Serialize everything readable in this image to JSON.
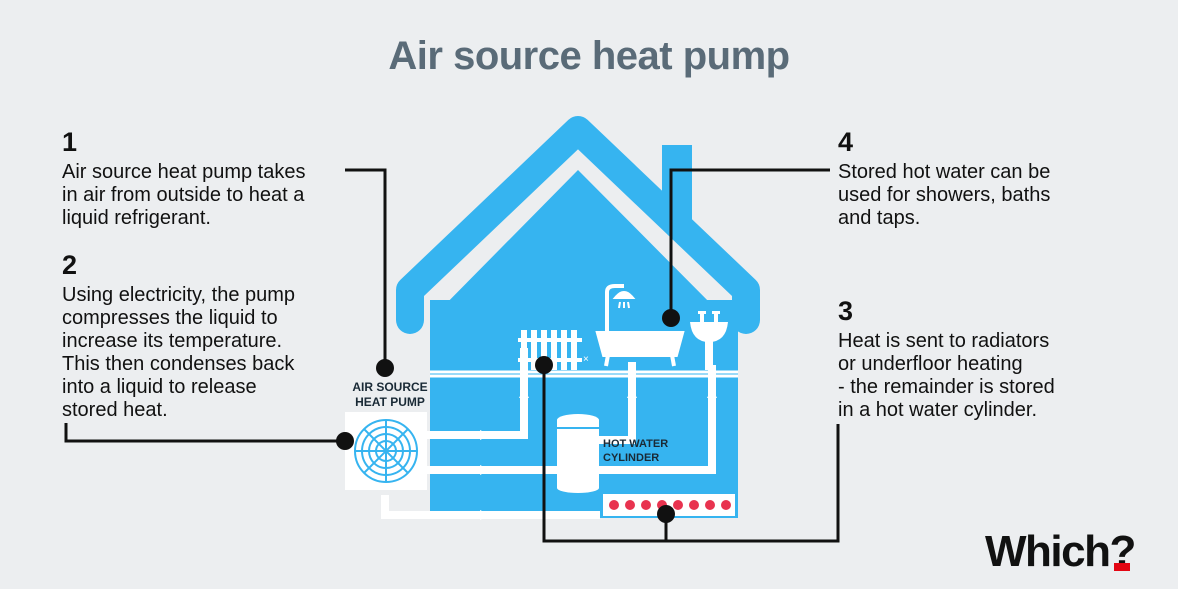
{
  "title": "Air source heat pump",
  "steps": [
    {
      "num": "1",
      "text": "Air source heat pump takes\nin air from outside to heat a\nliquid refrigerant."
    },
    {
      "num": "2",
      "text": "Using electricity, the pump\ncompresses the liquid to\nincrease its temperature.\nThis then condenses back\ninto a liquid to release\nstored heat."
    },
    {
      "num": "3",
      "text": "Heat is sent to radiators\nor underfloor heating\n- the remainder is stored\nin a hot water cylinder."
    },
    {
      "num": "4",
      "text": "Stored hot water can be\nused for showers, baths\nand taps."
    }
  ],
  "diagram": {
    "pump_label_line1": "AIR SOURCE",
    "pump_label_line2": "HEAT PUMP",
    "cylinder_label_line1": "HOT WATER",
    "cylinder_label_line2": "CYLINDER"
  },
  "brand": {
    "name": "Which",
    "mark": "?"
  },
  "colors": {
    "house": "#36b4f0",
    "title": "#5a6b78",
    "pipes": "#ffffff",
    "underfloor_dots": "#e8334f",
    "brand_accent": "#e30613"
  }
}
